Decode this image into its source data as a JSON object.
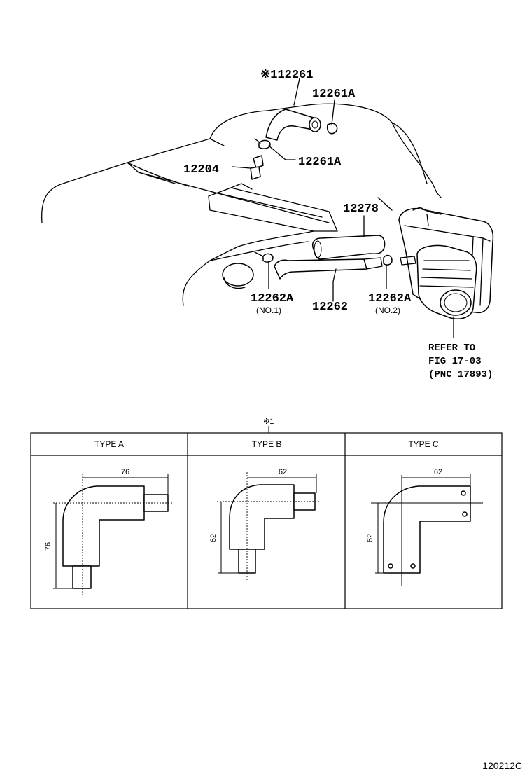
{
  "parts": {
    "p12261": "※112261",
    "p12261A_top": "12261A",
    "p12261A_mid": "12261A",
    "p12204": "12204",
    "p12278": "12278",
    "p12262A_left": "12262A",
    "p12262A_left_sub": "(NO.1)",
    "p12262": "12262",
    "p12262A_right": "12262A",
    "p12262A_right_sub": "(NO.2)"
  },
  "refer": {
    "line1": "REFER TO",
    "line2": "FIG 17-03",
    "line3": "(PNC 17893)"
  },
  "table": {
    "marker": "※1",
    "headers": [
      "TYPE A",
      "TYPE B",
      "TYPE C"
    ],
    "type_a": {
      "width_dim": "76",
      "height_dim": "76"
    },
    "type_b": {
      "width_dim": "62",
      "height_dim": "62"
    },
    "type_c": {
      "width_dim": "62",
      "height_dim": "62"
    }
  },
  "figure_code": "120212C"
}
